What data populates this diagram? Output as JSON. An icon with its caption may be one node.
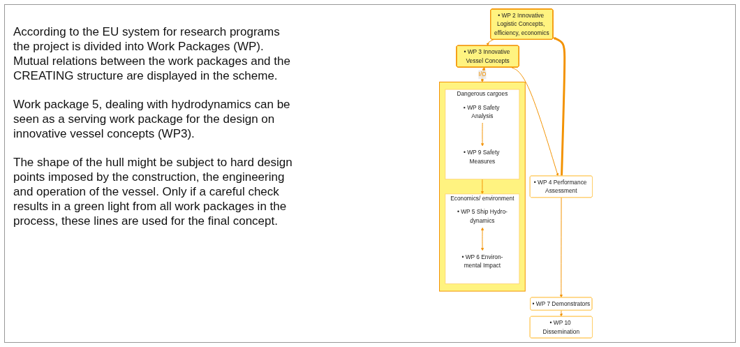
{
  "diagram": {
    "nodes": [
      {
        "text": [
          "• WP 2 Innovative Logistic Concepts, efficiency, economics"
        ]
      },
      {
        "text": [
          "• WP 3 Innovative Vessel Concepts"
        ]
      },
      {
        "text": [],
        "shape": "box"
      },
      {
        "text": [
          "Economics/ environment"
        ],
        "in": 2
      },
      {
        "text": [
          "• WP 5 Ship Hydro-dynamics"
        ],
        "in": 3
      },
      {
        "text": [
          "• WP 6 Environ-mental Impact"
        ],
        "in": 3
      },
      {
        "text": [
          "Dangerous cargoes"
        ],
        "in": 2
      },
      {
        "text": [
          "▪ WP 8 Safety Analysis"
        ],
        "in": 6
      },
      {
        "text": [
          "• WP 9 Safety Measures"
        ],
        "in": 6
      },
      {
        "text": [
          "• WP 4 Performance Assessment"
        ]
      },
      {
        "text": [
          "• WP 7 Demonstrators"
        ]
      },
      {
        "text": [
          "• WP 10 Dissemination"
        ]
      }
    ],
    "edges": [
      {
        "from": 0,
        "to": 1,
        "arrow": "to"
      },
      {
        "from": 1,
        "to": 2,
        "arrow": "both",
        "label": "I/O",
        "style": "thick"
      },
      {
        "from": 4,
        "to": 5,
        "arrow": "both"
      },
      {
        "from": 6,
        "to": 3,
        "arrow": "to"
      },
      {
        "from": 7,
        "to": 8,
        "arrow": "to"
      },
      {
        "from": 1,
        "to": 9,
        "arrow": "to"
      },
      {
        "from": 9,
        "to": 0,
        "arrow": "to",
        "style": "thick"
      },
      {
        "from": 9,
        "to": 10,
        "arrow": "to"
      },
      {
        "from": 10,
        "to": 11,
        "arrow": "to"
      }
    ],
    "labels": [
      "According to the EU system for research programs the project is divided into Work Packages (WP). Mutual relations between the work packages and the CREATING structure are displayed in the scheme.",
      "Work package 5, dealing with hydrodynamics can be seen as a serving work package for the design on innovative vessel concepts (WP3).",
      "The shape of the hull might be subject to hard design points imposed by the construction, the engineering and operation of the vessel. Only if a careful check results in a green light from all work packages in the process, these lines are used for the final concept."
    ]
  }
}
